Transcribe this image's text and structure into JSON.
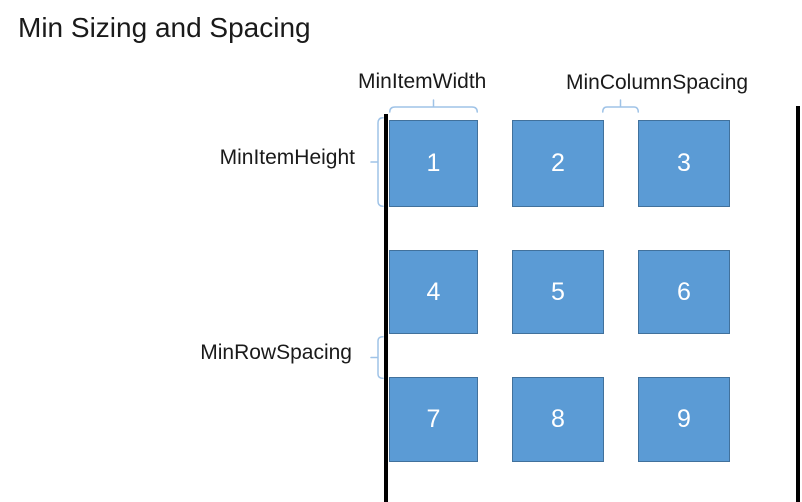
{
  "title": "Min Sizing and Spacing",
  "labels": {
    "min_item_width": "MinItemWidth",
    "min_column_spacing": "MinColumnSpacing",
    "min_item_height": "MinItemHeight",
    "min_row_spacing": "MinRowSpacing"
  },
  "grid": {
    "rows": 3,
    "columns": 3,
    "items": [
      "1",
      "2",
      "3",
      "4",
      "5",
      "6",
      "7",
      "8",
      "9"
    ]
  },
  "colors": {
    "item_fill": "#5B9BD5",
    "item_border": "#41719C",
    "brace": "#9FC3E7",
    "guide_line": "#000000",
    "text": "#1A1A1A",
    "item_number_text": "#FFFFFF",
    "background": "#FFFFFF"
  }
}
